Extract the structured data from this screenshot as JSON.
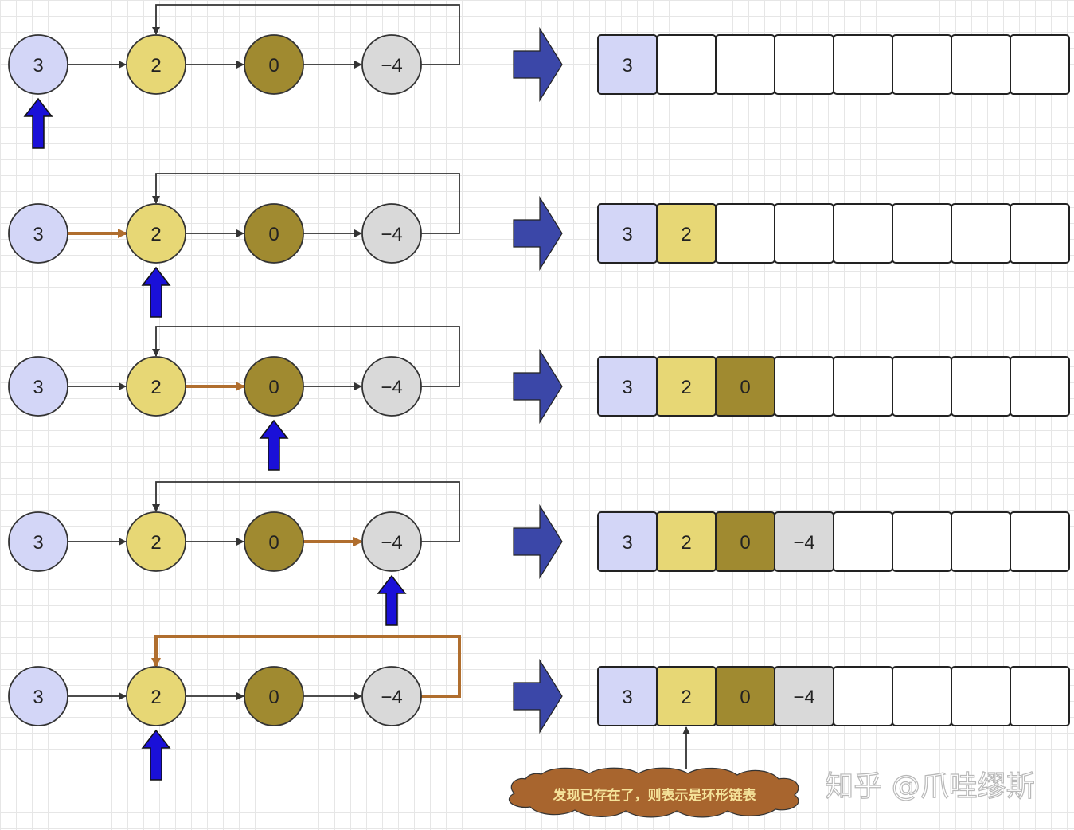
{
  "nodes": [
    "3",
    "2",
    "0",
    "−4"
  ],
  "node_colors": [
    "#d3d6f7",
    "#e7d775",
    "#a08a30",
    "#d9d9d9"
  ],
  "array_slots": 8,
  "steps": [
    {
      "highlight_edge": null,
      "pointer_index": 0,
      "array": [
        "3"
      ]
    },
    {
      "highlight_edge": 0,
      "pointer_index": 1,
      "array": [
        "3",
        "2"
      ]
    },
    {
      "highlight_edge": 1,
      "pointer_index": 2,
      "array": [
        "3",
        "2",
        "0"
      ]
    },
    {
      "highlight_edge": 2,
      "pointer_index": 3,
      "array": [
        "3",
        "2",
        "0",
        "−4"
      ]
    },
    {
      "highlight_edge": "loop",
      "pointer_index": 1,
      "array": [
        "3",
        "2",
        "0",
        "−4"
      ],
      "array_pointer_index": 1
    }
  ],
  "callout": {
    "text": "发现已存在了，则表示是环形链表"
  },
  "watermark": {
    "text": "知乎 @爪哇缪斯"
  },
  "colors": {
    "edge": "#333333",
    "highlight_edge": "#b06e2e",
    "pointer_arrow": "#1a10d8",
    "big_arrow": "#3b47a8",
    "callout_fill": "#a8652e"
  }
}
